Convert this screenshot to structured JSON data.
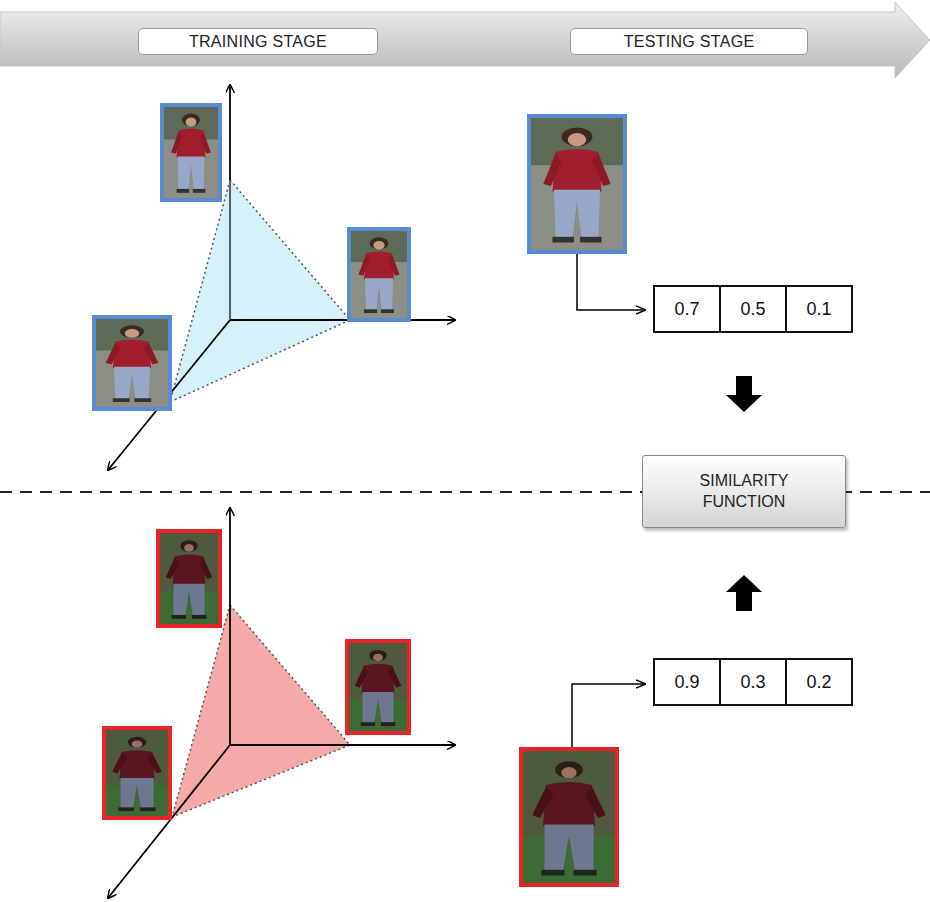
{
  "diagram": {
    "nodes": [
      {
        "text": [
          "TRAINING STAGE"
        ]
      },
      {
        "text": [
          "TESTING STAGE"
        ]
      },
      {
        "text": [
          "0.7"
        ]
      },
      {
        "text": [
          "0.5"
        ]
      },
      {
        "text": [
          "0.1"
        ]
      },
      {
        "text": [
          "SIMILARITY FUNCTION"
        ]
      },
      {
        "text": [
          "0.9"
        ]
      },
      {
        "text": [
          "0.3"
        ]
      },
      {
        "text": [
          "0.2"
        ]
      }
    ],
    "edges": [
      {
        "from": 3,
        "to": 5,
        "arrow": "to"
      },
      {
        "from": 7,
        "to": 5,
        "arrow": "to"
      }
    ]
  }
}
